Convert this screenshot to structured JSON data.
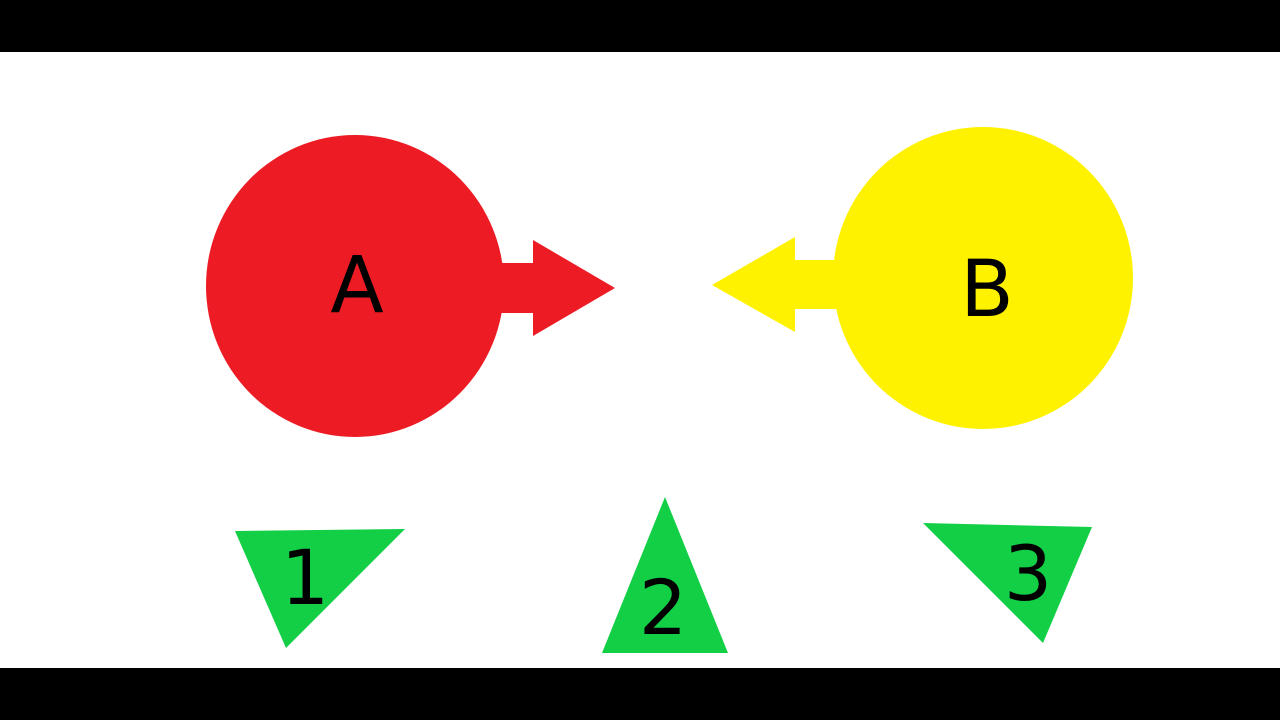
{
  "nodes": {
    "a": {
      "label": "A",
      "color": "#ed1c24"
    },
    "b": {
      "label": "B",
      "color": "#fff200"
    }
  },
  "markers": {
    "color": "#12cf46",
    "items": [
      {
        "label": "1"
      },
      {
        "label": "2"
      },
      {
        "label": "3"
      }
    ]
  },
  "letterbox_color": "#000000",
  "background_color": "#ffffff"
}
